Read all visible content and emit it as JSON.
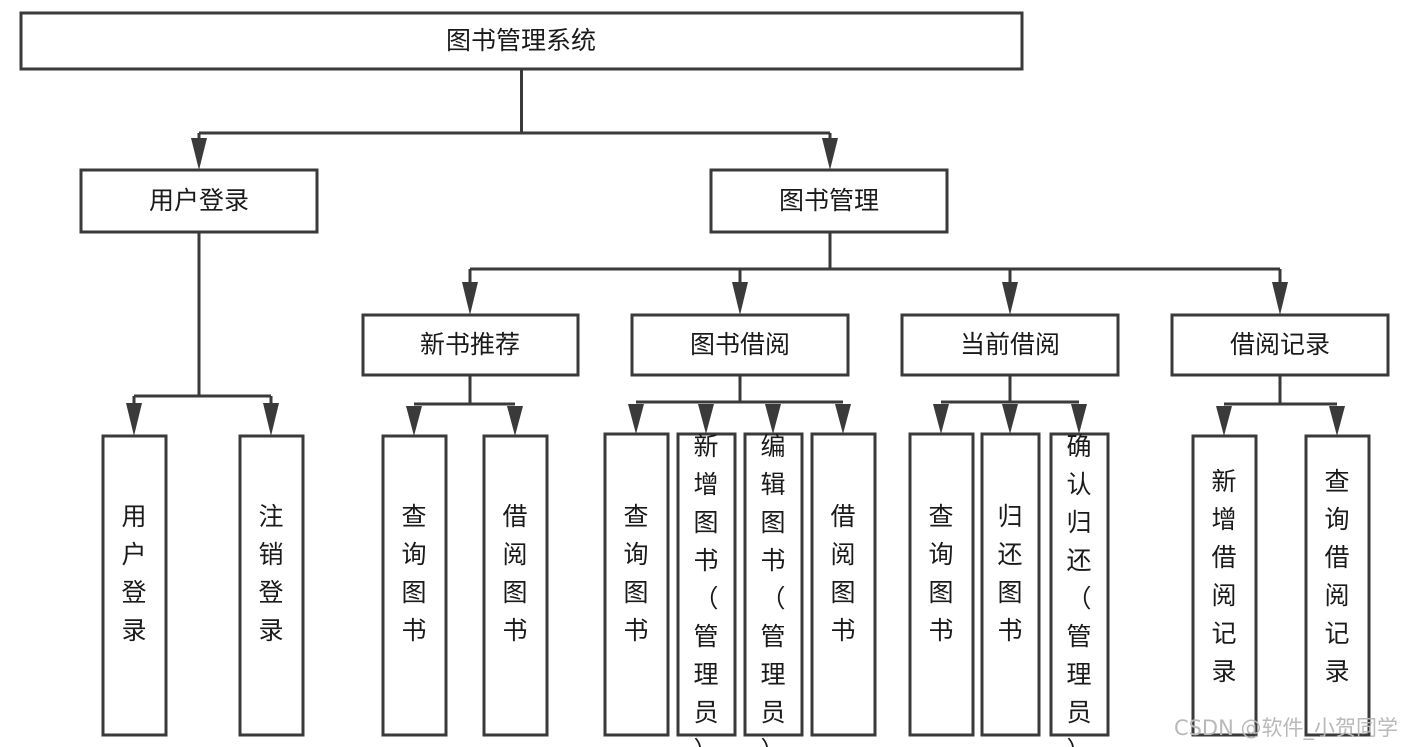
{
  "diagram": {
    "type": "tree-hierarchy-flowchart",
    "title": "图书管理系统",
    "orientation": "top-down",
    "colors": {
      "background": "#ffffff",
      "box_fill": "#ffffff",
      "box_stroke": "#3a3a3a",
      "text": "#1a1a1a",
      "watermark": "#b9b9b9"
    },
    "levels": {
      "root": {
        "label": "图书管理系统"
      },
      "level2": [
        {
          "label": "用户登录"
        },
        {
          "label": "图书管理"
        }
      ],
      "level3": [
        {
          "label": "新书推荐"
        },
        {
          "label": "图书借阅"
        },
        {
          "label": "当前借阅"
        },
        {
          "label": "借阅记录"
        }
      ],
      "leaves": [
        {
          "label": "用户登录",
          "parent": "用户登录"
        },
        {
          "label": "注销登录",
          "parent": "用户登录"
        },
        {
          "label": "查询图书",
          "parent": "新书推荐"
        },
        {
          "label": "借阅图书",
          "parent": "新书推荐"
        },
        {
          "label": "查询图书",
          "parent": "图书借阅"
        },
        {
          "label": "新增图书（管理员）",
          "parent": "图书借阅"
        },
        {
          "label": "编辑图书（管理员）",
          "parent": "图书借阅"
        },
        {
          "label": "借阅图书",
          "parent": "图书借阅"
        },
        {
          "label": "查询图书",
          "parent": "当前借阅"
        },
        {
          "label": "归还图书",
          "parent": "当前借阅"
        },
        {
          "label": "确认归还（管理员）",
          "parent": "当前借阅"
        },
        {
          "label": "新增借阅记录",
          "parent": "借阅记录"
        },
        {
          "label": "查询借阅记录",
          "parent": "借阅记录"
        }
      ]
    },
    "watermark": "CSDN @软件_小贺同学"
  }
}
